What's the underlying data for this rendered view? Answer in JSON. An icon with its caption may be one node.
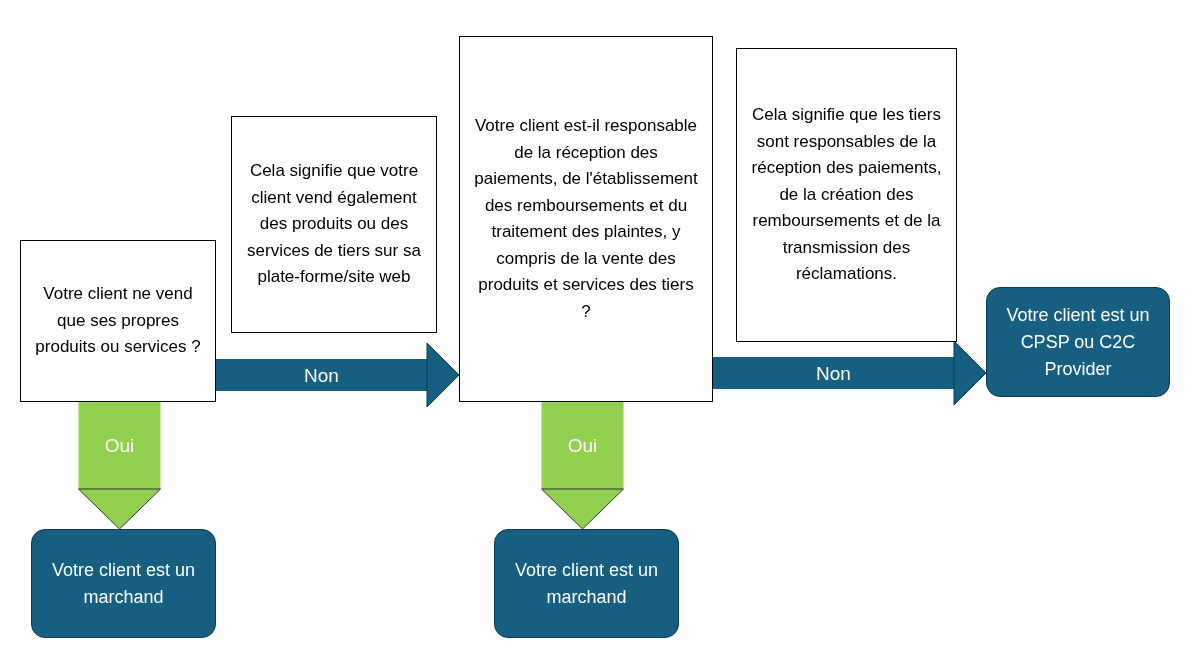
{
  "diagram": {
    "nodes": [
      {
        "text": [
          "Votre client ne vend que ses propres produits ou services ?"
        ]
      },
      {
        "text": [
          "Cela signifie que votre client vend également des produits ou des services de tiers sur sa plate-forme/site web"
        ]
      },
      {
        "text": [
          "Votre client est-il responsable de la réception des paiements, de l'établissement des remboursements et du traitement des plaintes, y compris de la vente des produits et services des tiers ?"
        ]
      },
      {
        "text": [
          "Cela signifie que les tiers sont responsables de la réception des paiements, de la création des remboursements et de la transmission des réclamations."
        ]
      },
      {
        "text": [
          "Votre client est un CPSP ou C2C Provider"
        ]
      },
      {
        "text": [
          "Votre client est un marchand"
        ]
      },
      {
        "text": [
          "Votre client est un marchand"
        ]
      }
    ],
    "edges": [
      {
        "from": 0,
        "to": 2,
        "arrow": "to",
        "label": "Non"
      },
      {
        "from": 0,
        "to": 5,
        "arrow": "to",
        "label": "Oui",
        "style": "thick",
        "color": "#92d050"
      },
      {
        "from": 2,
        "to": 4,
        "arrow": "to",
        "label": "Non"
      },
      {
        "from": 2,
        "to": 6,
        "arrow": "to",
        "label": "Oui",
        "style": "thick",
        "color": "#92d050"
      }
    ]
  }
}
